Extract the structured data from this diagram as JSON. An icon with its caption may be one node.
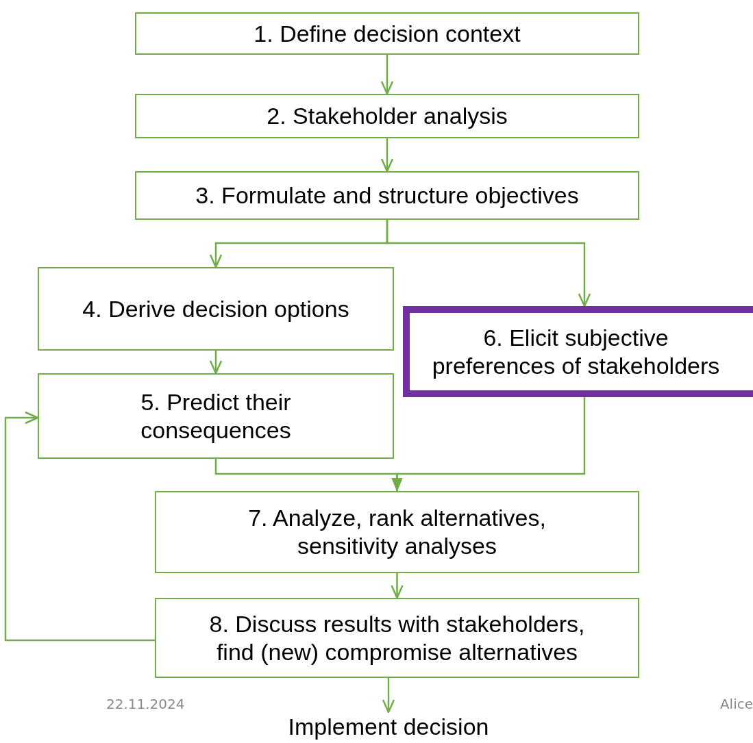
{
  "diagram": {
    "nodes": [
      {
        "text": [
          "1. Define decision context"
        ]
      },
      {
        "text": [
          "2. Stakeholder analysis"
        ]
      },
      {
        "text": [
          "3. Formulate and structure objectives"
        ]
      },
      {
        "text": [
          "4. Derive decision options"
        ]
      },
      {
        "text": [
          "5. Predict their consequences"
        ]
      },
      {
        "text": [
          "6. Elicit subjective preferences of stakeholders"
        ]
      },
      {
        "text": [
          "7. Analyze, rank alternatives, sensitivity analyses"
        ]
      },
      {
        "text": [
          "8. Discuss results with stakeholders, find (new) compromise alternatives"
        ]
      },
      {
        "text": [
          "Implement decision"
        ]
      }
    ],
    "edges": [
      {
        "from": 0,
        "to": 1,
        "arrow": "to"
      },
      {
        "from": 1,
        "to": 2,
        "arrow": "to"
      },
      {
        "from": 2,
        "to": 3,
        "arrow": "to"
      },
      {
        "from": 2,
        "to": 5,
        "arrow": "to"
      },
      {
        "from": 3,
        "to": 4,
        "arrow": "to"
      },
      {
        "from": 4,
        "to": 6,
        "arrow": "to"
      },
      {
        "from": 5,
        "to": 6,
        "arrow": "to"
      },
      {
        "from": 6,
        "to": 7,
        "arrow": "to"
      },
      {
        "from": 7,
        "to": 8,
        "arrow": "to"
      },
      {
        "from": 7,
        "to": 4,
        "arrow": "to"
      }
    ],
    "labels": [
      "22.11.2024",
      "Alice"
    ]
  }
}
